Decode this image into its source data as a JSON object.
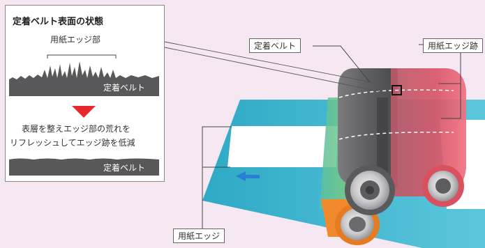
{
  "panel": {
    "title": "定着ベルト表面の状態",
    "edge_label_top": "用紙エッジ部",
    "belt_label_top": "定着ベルト",
    "description_line1": "表層を整えエッジ部の荒れを",
    "description_line2": "リフレッシュしてエッジ跡を低減",
    "belt_label_bottom": "定着ベルト",
    "arrow_color": "#e8262e"
  },
  "callouts": {
    "fixing_belt": "定着ベルト",
    "paper_edge_mark": "用紙エッジ跡",
    "paper_edge": "用紙エッジ"
  },
  "colors": {
    "background": "#f6e8f2",
    "paper_path": "#3fb6cf",
    "belt_grey": "#6f6f72",
    "belt_red": "#d45062",
    "roller_orange": "#f08a2c",
    "arrow_blue": "#2a7fd4"
  }
}
